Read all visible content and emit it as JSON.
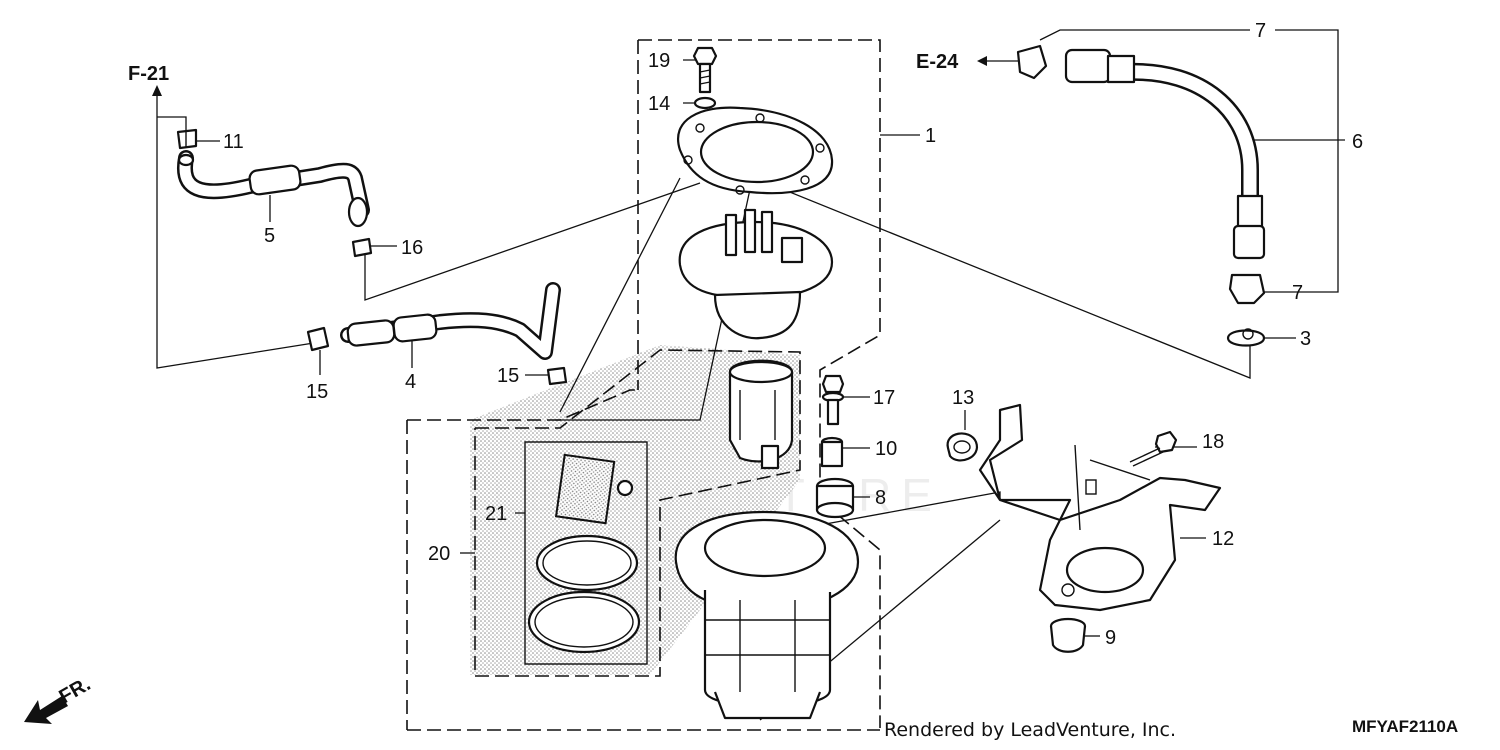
{
  "watermark": "LEADVENTURE",
  "refs": {
    "f21": "F-21",
    "e24": "E-24",
    "front": "FR."
  },
  "callouts": [
    {
      "id": "c1",
      "label": "1"
    },
    {
      "id": "c3",
      "label": "3"
    },
    {
      "id": "c4",
      "label": "4"
    },
    {
      "id": "c5",
      "label": "5"
    },
    {
      "id": "c6",
      "label": "6"
    },
    {
      "id": "c7a",
      "label": "7"
    },
    {
      "id": "c7b",
      "label": "7"
    },
    {
      "id": "c8",
      "label": "8"
    },
    {
      "id": "c9",
      "label": "9"
    },
    {
      "id": "c10",
      "label": "10"
    },
    {
      "id": "c11",
      "label": "11"
    },
    {
      "id": "c12",
      "label": "12"
    },
    {
      "id": "c13",
      "label": "13"
    },
    {
      "id": "c14",
      "label": "14"
    },
    {
      "id": "c15a",
      "label": "15"
    },
    {
      "id": "c15b",
      "label": "15"
    },
    {
      "id": "c16",
      "label": "16"
    },
    {
      "id": "c17",
      "label": "17"
    },
    {
      "id": "c18",
      "label": "18"
    },
    {
      "id": "c19",
      "label": "19"
    },
    {
      "id": "c20",
      "label": "20"
    },
    {
      "id": "c21",
      "label": "21"
    }
  ],
  "footer": {
    "credit": "Rendered by LeadVenture, Inc.",
    "code": "MFYAF2110A"
  }
}
